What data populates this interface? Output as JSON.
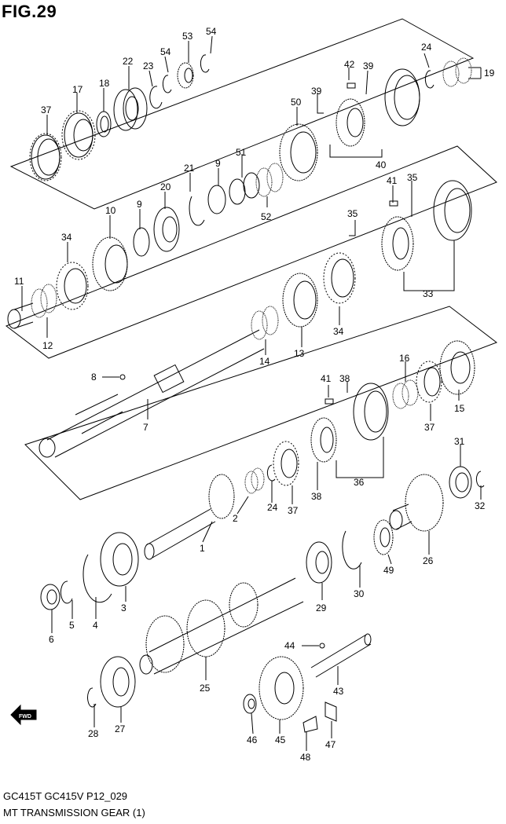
{
  "figure_title": "FIG.29",
  "footer": {
    "models": "GC415T GC415V P12_029",
    "title": "MT TRANSMISSION GEAR (1)"
  },
  "fwd_label": "FWD",
  "callouts": [
    {
      "id": "c37a",
      "n": "37"
    },
    {
      "id": "c17",
      "n": "17"
    },
    {
      "id": "c18",
      "n": "18"
    },
    {
      "id": "c22",
      "n": "22"
    },
    {
      "id": "c23",
      "n": "23"
    },
    {
      "id": "c54a",
      "n": "54"
    },
    {
      "id": "c53",
      "n": "53"
    },
    {
      "id": "c54b",
      "n": "54"
    },
    {
      "id": "c42",
      "n": "42"
    },
    {
      "id": "c39a",
      "n": "39"
    },
    {
      "id": "c24a",
      "n": "24"
    },
    {
      "id": "c19",
      "n": "19"
    },
    {
      "id": "c50",
      "n": "50"
    },
    {
      "id": "c39b",
      "n": "39"
    },
    {
      "id": "c40",
      "n": "40"
    },
    {
      "id": "c51",
      "n": "51"
    },
    {
      "id": "c52",
      "n": "52"
    },
    {
      "id": "c9a",
      "n": "9"
    },
    {
      "id": "c21",
      "n": "21"
    },
    {
      "id": "c20",
      "n": "20"
    },
    {
      "id": "c9b",
      "n": "9"
    },
    {
      "id": "c10",
      "n": "10"
    },
    {
      "id": "c34a",
      "n": "34"
    },
    {
      "id": "c11",
      "n": "11"
    },
    {
      "id": "c12",
      "n": "12"
    },
    {
      "id": "c41a",
      "n": "41"
    },
    {
      "id": "c35a",
      "n": "35"
    },
    {
      "id": "c35b",
      "n": "35"
    },
    {
      "id": "c33",
      "n": "33"
    },
    {
      "id": "c34b",
      "n": "34"
    },
    {
      "id": "c13",
      "n": "13"
    },
    {
      "id": "c14",
      "n": "14"
    },
    {
      "id": "c8",
      "n": "8"
    },
    {
      "id": "c7",
      "n": "7"
    },
    {
      "id": "c16",
      "n": "16"
    },
    {
      "id": "c41b",
      "n": "41"
    },
    {
      "id": "c38a",
      "n": "38"
    },
    {
      "id": "c15",
      "n": "15"
    },
    {
      "id": "c37b",
      "n": "37"
    },
    {
      "id": "c36",
      "n": "36"
    },
    {
      "id": "c38b",
      "n": "38"
    },
    {
      "id": "c37c",
      "n": "37"
    },
    {
      "id": "c24b",
      "n": "24"
    },
    {
      "id": "c2",
      "n": "2"
    },
    {
      "id": "c1",
      "n": "1"
    },
    {
      "id": "c31",
      "n": "31"
    },
    {
      "id": "c32",
      "n": "32"
    },
    {
      "id": "c26",
      "n": "26"
    },
    {
      "id": "c49",
      "n": "49"
    },
    {
      "id": "c30",
      "n": "30"
    },
    {
      "id": "c29",
      "n": "29"
    },
    {
      "id": "c3",
      "n": "3"
    },
    {
      "id": "c4",
      "n": "4"
    },
    {
      "id": "c5",
      "n": "5"
    },
    {
      "id": "c6",
      "n": "6"
    },
    {
      "id": "c44",
      "n": "44"
    },
    {
      "id": "c43",
      "n": "43"
    },
    {
      "id": "c25",
      "n": "25"
    },
    {
      "id": "c27",
      "n": "27"
    },
    {
      "id": "c28",
      "n": "28"
    },
    {
      "id": "c45",
      "n": "45"
    },
    {
      "id": "c46",
      "n": "46"
    },
    {
      "id": "c47",
      "n": "47"
    },
    {
      "id": "c48",
      "n": "48"
    }
  ]
}
